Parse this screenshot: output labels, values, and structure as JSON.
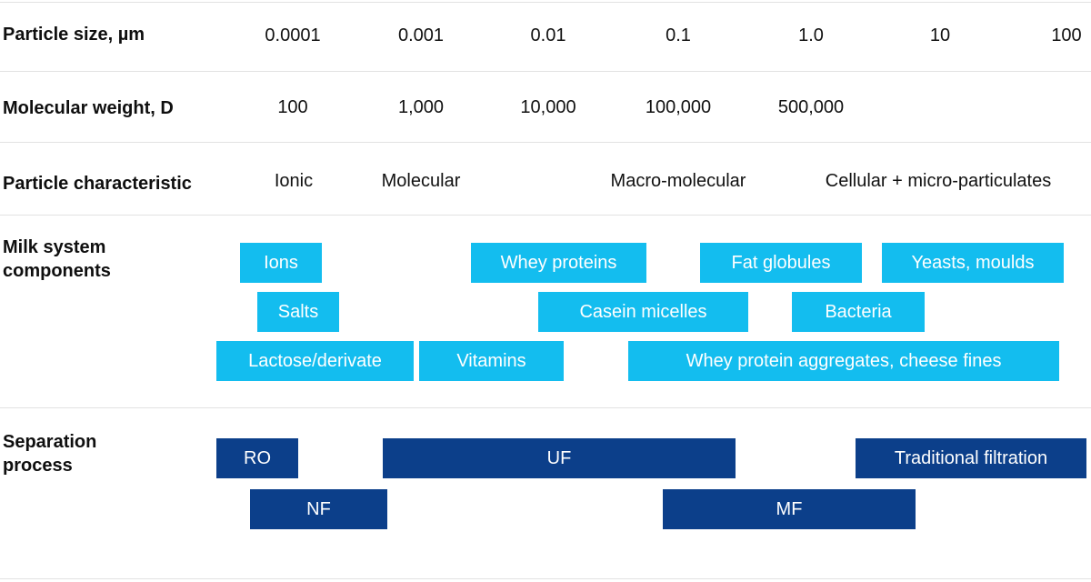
{
  "rows": {
    "particle_size": {
      "label": "Particle size, µm",
      "ticks": [
        "0.0001",
        "0.001",
        "0.01",
        "0.1",
        "1.0",
        "10",
        "100"
      ]
    },
    "molecular_weight": {
      "label": "Molecular weight, D",
      "ticks": [
        "100",
        "1,000",
        "10,000",
        "100,000",
        "500,000"
      ]
    },
    "particle_characteristic": {
      "label": "Particle characteristic",
      "items": [
        "Ionic",
        "Molecular",
        "Macro-molecular",
        "Cellular + micro-particulates"
      ]
    },
    "milk_components": {
      "label_line1": "Milk system",
      "label_line2": "components",
      "items": [
        "Ions",
        "Whey proteins",
        "Fat globules",
        "Yeasts, moulds",
        "Salts",
        "Casein micelles",
        "Bacteria",
        "Lactose/derivate",
        "Vitamins",
        "Whey protein aggregates, cheese fines"
      ]
    },
    "separation_process": {
      "label_line1": "Separation",
      "label_line2": "process",
      "items": [
        "RO",
        "UF",
        "Traditional filtration",
        "NF",
        "MF"
      ]
    }
  },
  "colors": {
    "component": "#13bdef",
    "process": "#0c3f8a",
    "divider": "#e2e2e2"
  }
}
